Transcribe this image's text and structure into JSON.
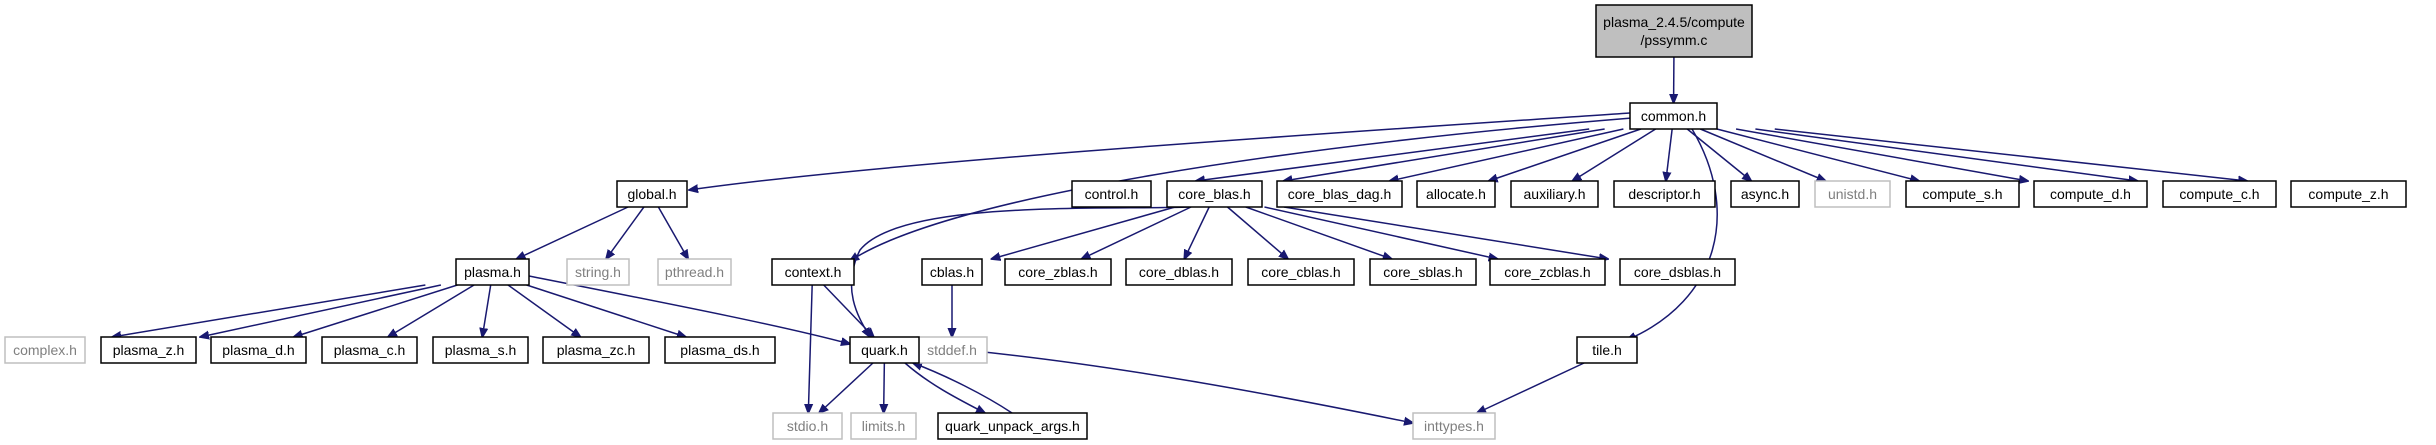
{
  "graph": {
    "type": "include-dependency-graph",
    "colors": {
      "edge": "#191970",
      "root_fill": "#bfbfbf",
      "node_border": "#000000",
      "leaf_border": "#bfbfbf",
      "leaf_text": "#7f7f7f"
    },
    "nodes": [
      {
        "id": "root",
        "label": "plasma_2.4.5/compute\n/pssymm.c",
        "kind": "root"
      },
      {
        "id": "common",
        "label": "common.h",
        "kind": "node"
      },
      {
        "id": "global",
        "label": "global.h",
        "kind": "node"
      },
      {
        "id": "control",
        "label": "control.h",
        "kind": "node"
      },
      {
        "id": "core_blas",
        "label": "core_blas.h",
        "kind": "node"
      },
      {
        "id": "core_blas_dag",
        "label": "core_blas_dag.h",
        "kind": "node"
      },
      {
        "id": "allocate",
        "label": "allocate.h",
        "kind": "node"
      },
      {
        "id": "auxiliary",
        "label": "auxiliary.h",
        "kind": "node"
      },
      {
        "id": "descriptor",
        "label": "descriptor.h",
        "kind": "node"
      },
      {
        "id": "async",
        "label": "async.h",
        "kind": "node"
      },
      {
        "id": "unistd",
        "label": "unistd.h",
        "kind": "leaf"
      },
      {
        "id": "compute_s",
        "label": "compute_s.h",
        "kind": "node"
      },
      {
        "id": "compute_d",
        "label": "compute_d.h",
        "kind": "node"
      },
      {
        "id": "compute_c",
        "label": "compute_c.h",
        "kind": "node"
      },
      {
        "id": "compute_z",
        "label": "compute_z.h",
        "kind": "node"
      },
      {
        "id": "plasma",
        "label": "plasma.h",
        "kind": "node"
      },
      {
        "id": "string",
        "label": "string.h",
        "kind": "leaf"
      },
      {
        "id": "pthread",
        "label": "pthread.h",
        "kind": "leaf"
      },
      {
        "id": "context",
        "label": "context.h",
        "kind": "node"
      },
      {
        "id": "cblas",
        "label": "cblas.h",
        "kind": "node"
      },
      {
        "id": "core_zblas",
        "label": "core_zblas.h",
        "kind": "node"
      },
      {
        "id": "core_dblas",
        "label": "core_dblas.h",
        "kind": "node"
      },
      {
        "id": "core_cblas",
        "label": "core_cblas.h",
        "kind": "node"
      },
      {
        "id": "core_sblas",
        "label": "core_sblas.h",
        "kind": "node"
      },
      {
        "id": "core_zcblas",
        "label": "core_zcblas.h",
        "kind": "node"
      },
      {
        "id": "core_dsblas",
        "label": "core_dsblas.h",
        "kind": "node"
      },
      {
        "id": "stddef",
        "label": "stddef.h",
        "kind": "leaf"
      },
      {
        "id": "tile",
        "label": "tile.h",
        "kind": "node"
      },
      {
        "id": "complex",
        "label": "complex.h",
        "kind": "leaf"
      },
      {
        "id": "plasma_z",
        "label": "plasma_z.h",
        "kind": "node"
      },
      {
        "id": "plasma_d",
        "label": "plasma_d.h",
        "kind": "node"
      },
      {
        "id": "plasma_c",
        "label": "plasma_c.h",
        "kind": "node"
      },
      {
        "id": "plasma_s",
        "label": "plasma_s.h",
        "kind": "node"
      },
      {
        "id": "plasma_zc",
        "label": "plasma_zc.h",
        "kind": "node"
      },
      {
        "id": "plasma_ds",
        "label": "plasma_ds.h",
        "kind": "node"
      },
      {
        "id": "quark",
        "label": "quark.h",
        "kind": "node"
      },
      {
        "id": "stdio",
        "label": "stdio.h",
        "kind": "leaf"
      },
      {
        "id": "limits",
        "label": "limits.h",
        "kind": "leaf"
      },
      {
        "id": "quark_unpack_args",
        "label": "quark_unpack_args.h",
        "kind": "node"
      },
      {
        "id": "inttypes",
        "label": "inttypes.h",
        "kind": "leaf"
      }
    ],
    "edges": [
      {
        "from": "root",
        "to": "common"
      },
      {
        "from": "common",
        "to": "global"
      },
      {
        "from": "common",
        "to": "context"
      },
      {
        "from": "common",
        "to": "control"
      },
      {
        "from": "common",
        "to": "core_blas"
      },
      {
        "from": "common",
        "to": "core_blas_dag"
      },
      {
        "from": "common",
        "to": "allocate"
      },
      {
        "from": "common",
        "to": "auxiliary"
      },
      {
        "from": "common",
        "to": "descriptor"
      },
      {
        "from": "common",
        "to": "tile"
      },
      {
        "from": "common",
        "to": "async"
      },
      {
        "from": "common",
        "to": "unistd"
      },
      {
        "from": "common",
        "to": "compute_s"
      },
      {
        "from": "common",
        "to": "compute_d"
      },
      {
        "from": "common",
        "to": "compute_c"
      },
      {
        "from": "common",
        "to": "compute_z"
      },
      {
        "from": "global",
        "to": "plasma"
      },
      {
        "from": "global",
        "to": "string"
      },
      {
        "from": "global",
        "to": "pthread"
      },
      {
        "from": "plasma",
        "to": "complex"
      },
      {
        "from": "plasma",
        "to": "plasma_z"
      },
      {
        "from": "plasma",
        "to": "plasma_d"
      },
      {
        "from": "plasma",
        "to": "plasma_c"
      },
      {
        "from": "plasma",
        "to": "plasma_s"
      },
      {
        "from": "plasma",
        "to": "plasma_zc"
      },
      {
        "from": "plasma",
        "to": "plasma_ds"
      },
      {
        "from": "plasma",
        "to": "quark"
      },
      {
        "from": "context",
        "to": "quark"
      },
      {
        "from": "context",
        "to": "stdio"
      },
      {
        "from": "core_blas",
        "to": "quark"
      },
      {
        "from": "core_blas",
        "to": "cblas"
      },
      {
        "from": "core_blas",
        "to": "core_zblas"
      },
      {
        "from": "core_blas",
        "to": "core_dblas"
      },
      {
        "from": "core_blas",
        "to": "core_cblas"
      },
      {
        "from": "core_blas",
        "to": "core_sblas"
      },
      {
        "from": "core_blas",
        "to": "core_zcblas"
      },
      {
        "from": "core_blas",
        "to": "core_dsblas"
      },
      {
        "from": "cblas",
        "to": "stddef"
      },
      {
        "from": "quark",
        "to": "stdio"
      },
      {
        "from": "quark",
        "to": "limits"
      },
      {
        "from": "quark",
        "to": "quark_unpack_args"
      },
      {
        "from": "quark",
        "to": "inttypes"
      },
      {
        "from": "quark_unpack_args",
        "to": "quark"
      },
      {
        "from": "tile",
        "to": "inttypes"
      }
    ]
  }
}
